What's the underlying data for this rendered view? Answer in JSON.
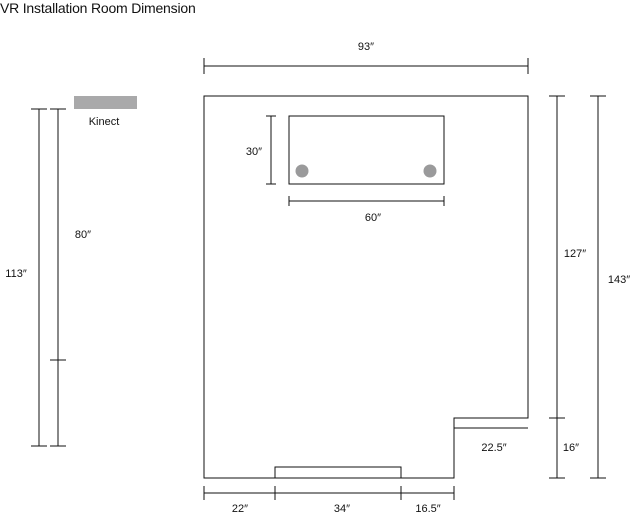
{
  "title": "VR Installation Room Dimension",
  "kinect": {
    "label": "Kinect",
    "color": "#a9a9aa"
  },
  "table_markers_color": "#9a9a9b",
  "dimensions": {
    "top_width": "93″",
    "table_height": "30″",
    "table_width": "60″",
    "left_total": "113″",
    "left_inner": "80″",
    "right_upper": "127″",
    "right_total": "143″",
    "notch_height": "16″",
    "notch_width": "22.5″",
    "bottom_left": "22″",
    "bottom_door": "34″",
    "bottom_right": "16.5″"
  }
}
